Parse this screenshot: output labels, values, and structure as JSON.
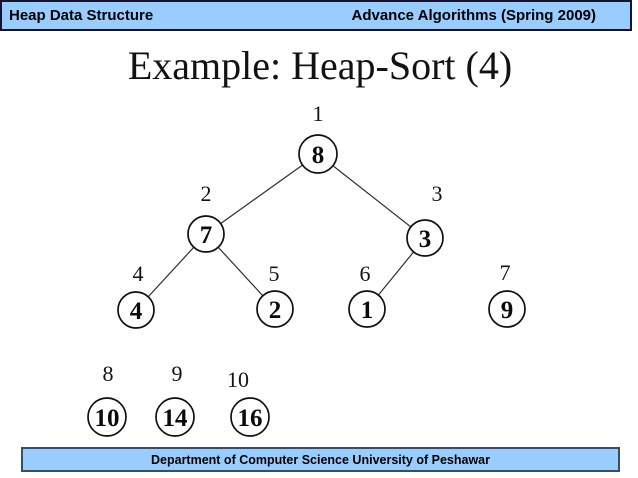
{
  "header": {
    "left_title": "Heap Data Structure",
    "right_title": "Advance Algorithms (Spring 2009)",
    "bar_color": "#99CCFF",
    "text_color": "#000000"
  },
  "title": "Example: Heap-Sort (4)",
  "tree": {
    "description": "Binary heap array visualization during heap-sort; nodes 7-10 are detached (sorted-out) elements",
    "nodes": [
      {
        "index": 1,
        "value": 8
      },
      {
        "index": 2,
        "value": 7
      },
      {
        "index": 3,
        "value": 3
      },
      {
        "index": 4,
        "value": 4
      },
      {
        "index": 5,
        "value": 2
      },
      {
        "index": 6,
        "value": 1
      },
      {
        "index": 7,
        "value": 9
      },
      {
        "index": 8,
        "value": 10
      },
      {
        "index": 9,
        "value": 14
      },
      {
        "index": 10,
        "value": 16
      }
    ],
    "edges_by_index": [
      [
        1,
        2
      ],
      [
        1,
        3
      ],
      [
        2,
        4
      ],
      [
        2,
        5
      ],
      [
        3,
        6
      ]
    ]
  },
  "footer": {
    "text": "Department of Computer Science University of Peshawar",
    "bar_color": "#99CCFF"
  }
}
